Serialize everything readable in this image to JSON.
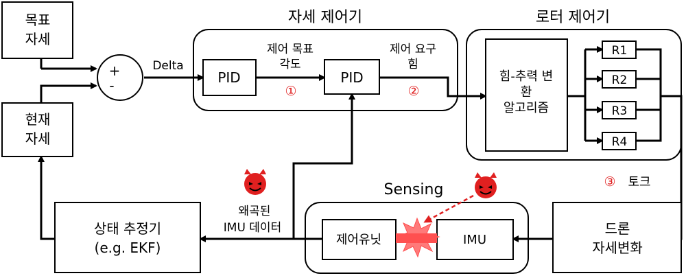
{
  "diagram": {
    "blocks": {
      "target_pose": [
        "목표",
        "자세"
      ],
      "current_pose": [
        "현재",
        "자세"
      ],
      "pid_outer": "PID",
      "pid_inner": "PID",
      "force_thrust": [
        "힘-추력 변",
        "환",
        "알고리즘"
      ],
      "rotors": [
        "R1",
        "R2",
        "R3",
        "R4"
      ],
      "state_estimator": [
        "상태 추정기",
        "(e.g. EKF)"
      ],
      "control_unit": "제어유닛",
      "imu": "IMU",
      "drone_pose_change": [
        "드론",
        "자세변화"
      ]
    },
    "groups": {
      "attitude_controller": "자세 제어기",
      "rotor_controller": "로터 제어기",
      "sensing": "Sensing"
    },
    "summing_junction": {
      "plus": "+",
      "minus": "-"
    },
    "signals": {
      "delta": "Delta",
      "target_angle": [
        "제어 목표",
        "각도"
      ],
      "required_force": [
        "제어 요구",
        "힘"
      ],
      "torque": "토크",
      "distorted_imu": [
        "왜곡된",
        "IMU 데이터"
      ]
    },
    "markers": {
      "m1": "①",
      "m2": "②",
      "m3": "③"
    },
    "colors": {
      "red": "#e02020",
      "line": "#000000"
    },
    "icons": [
      "devil-icon",
      "devil-icon",
      "explosion-icon",
      "attack-arrow"
    ]
  }
}
